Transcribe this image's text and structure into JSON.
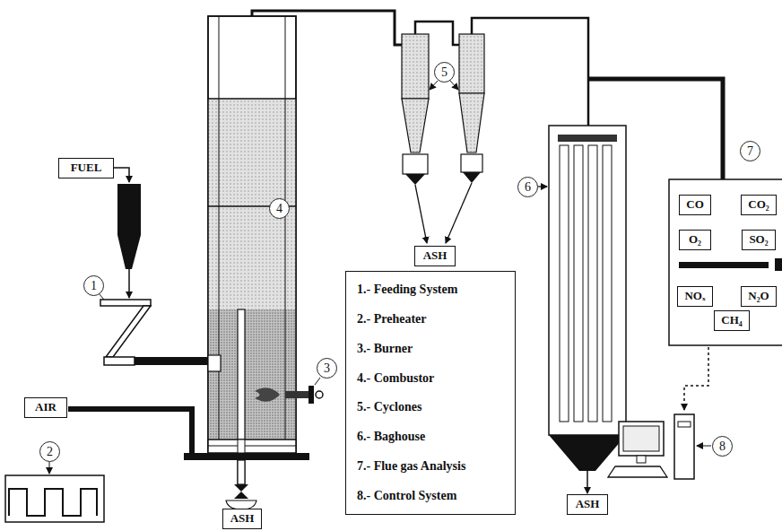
{
  "diagram": {
    "nodes": [
      {
        "text": [
          "FUEL"
        ]
      },
      {
        "text": [
          "ASH"
        ]
      },
      {
        "text": [
          "1.- Feeding System",
          "2.- Preheater",
          "3.- Burner",
          "4.- Combustor",
          "5.- Cyclones",
          "6.- Baghouse",
          "7.- Flue gas Analysis",
          "8.- Control System"
        ]
      },
      {
        "text": [
          "CO"
        ]
      },
      {
        "text": [
          "CO₂"
        ]
      },
      {
        "text": [
          "O₂"
        ]
      },
      {
        "text": [
          "SO₂"
        ]
      },
      {
        "text": [
          "NOₓ"
        ]
      },
      {
        "text": [
          "N₂O"
        ]
      },
      {
        "text": [
          "CH₄"
        ]
      },
      {
        "text": [
          "AIR"
        ]
      },
      {
        "text": [
          "ASH"
        ]
      },
      {
        "text": [
          "ASH"
        ]
      }
    ],
    "labels": [
      "1",
      "2",
      "3",
      "4",
      "5",
      "6",
      "7",
      "8"
    ]
  }
}
